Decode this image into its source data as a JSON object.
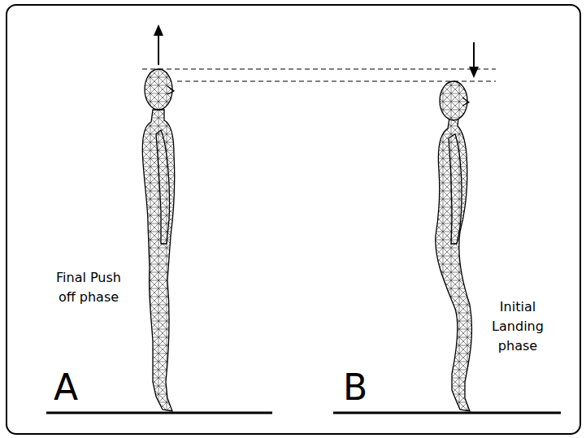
{
  "diagram": {
    "labels": [
      "Final Push off phase",
      "A",
      "Initial Landing phase",
      "B"
    ]
  }
}
